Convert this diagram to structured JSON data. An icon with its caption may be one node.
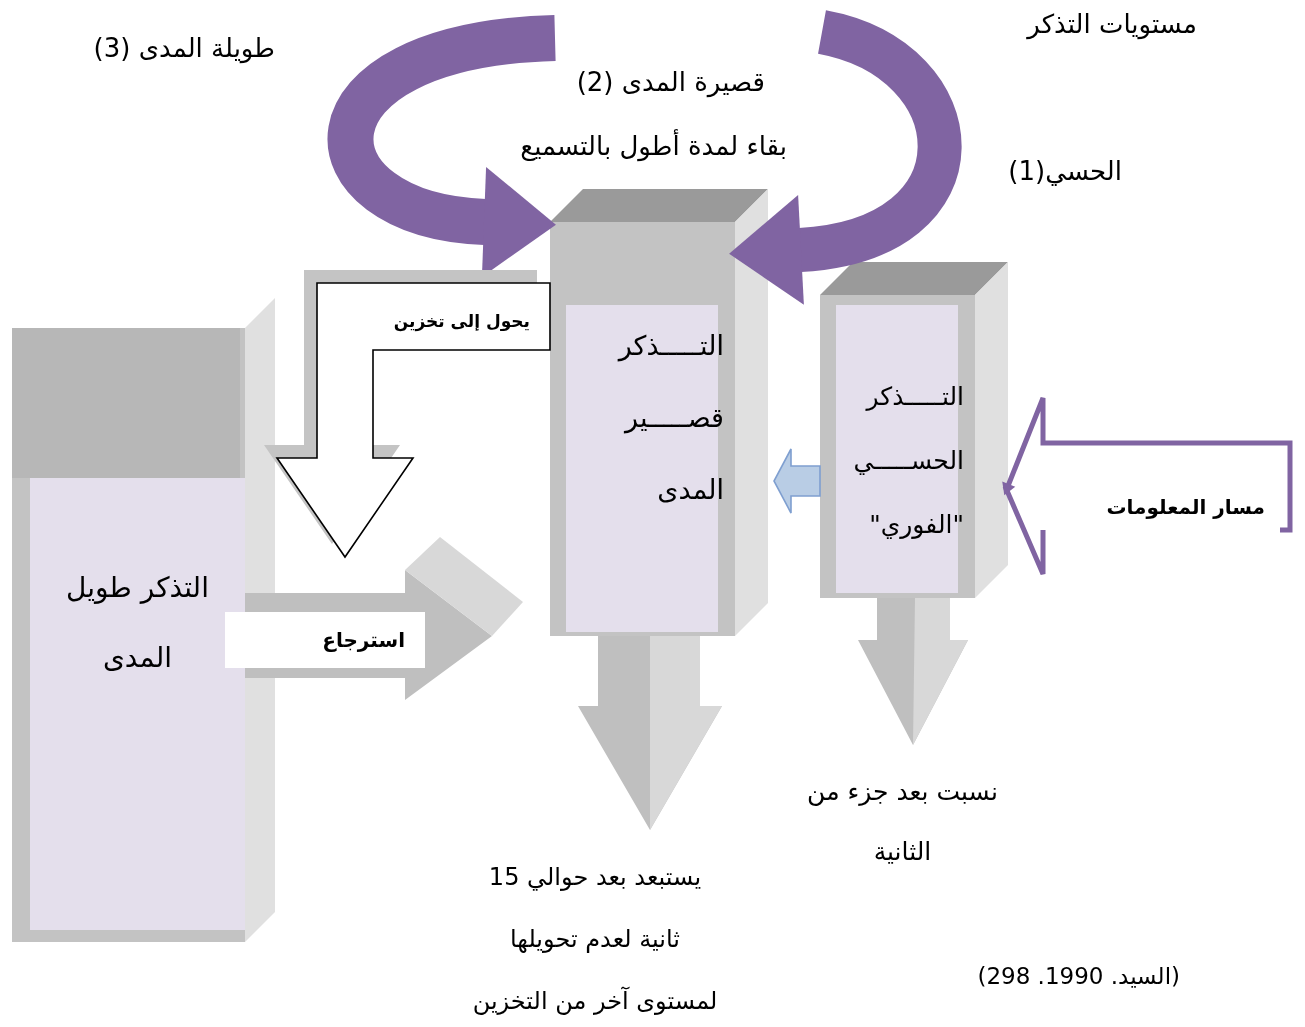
{
  "diagram": {
    "nodes": [
      {
        "text": [
          "التـــــذكر الحســـــي \"الفوري\""
        ]
      },
      {
        "text": [
          "التـــــذكر قصـــــير المدى"
        ]
      },
      {
        "text": [
          "التذكر طويل المدى"
        ]
      },
      {
        "text": [
          "مسار المعلومات"
        ]
      },
      {
        "text": [
          "نسبت بعد جزء من الثانية"
        ]
      },
      {
        "text": [
          "يستبعد بعد حوالي 15 ثانية لعدم تحويلها لمستوى آخر من التخزين"
        ]
      }
    ],
    "edges": [
      {
        "from": 3,
        "to": 0,
        "arrow": "to",
        "color": "#8064a2"
      },
      {
        "from": 0,
        "to": 1,
        "arrow": "to",
        "color": "#b9cde5"
      },
      {
        "from": null,
        "to": 1,
        "arrow": "to",
        "color": "#8064a2"
      },
      {
        "from": null,
        "to": 1,
        "arrow": "to",
        "color": "#8064a2"
      },
      {
        "from": 1,
        "to": 2,
        "arrow": "to",
        "label": "يحول إلى تخزين",
        "color": "#ffffff"
      },
      {
        "from": 2,
        "to": 1,
        "arrow": "to",
        "label": "استرجاع"
      },
      {
        "from": 0,
        "to": 4,
        "arrow": "to"
      },
      {
        "from": 1,
        "to": 5,
        "arrow": "to"
      }
    ],
    "labels": [
      "مستويات التذكر",
      "طويلة المدى (3)",
      "قصيرة المدى (2)",
      "بقاء لمدة أطول بالتسميع",
      "الحسي(1)",
      "(السيد. 1990. 298)"
    ]
  }
}
